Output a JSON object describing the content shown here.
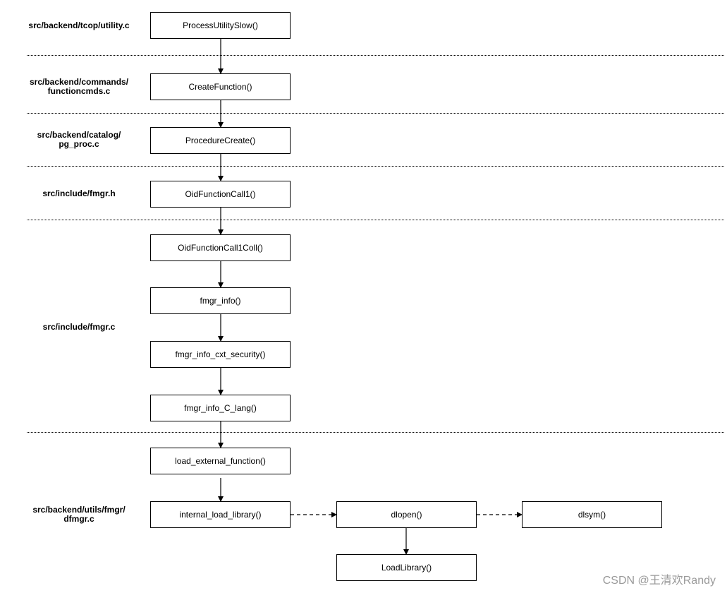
{
  "labels": {
    "utility": "src/backend/tcop/utility.c",
    "functioncmds_1": "src/backend/commands/",
    "functioncmds_2": "functioncmds.c",
    "pg_proc_1": "src/backend/catalog/",
    "pg_proc_2": "pg_proc.c",
    "fmgr_h": "src/include/fmgr.h",
    "fmgr_c": "src/include/fmgr.c",
    "dfmgr_1": "src/backend/utils/fmgr/",
    "dfmgr_2": "dfmgr.c"
  },
  "nodes": {
    "process_utility_slow": "ProcessUtilitySlow()",
    "create_function": "CreateFunction()",
    "procedure_create": "ProcedureCreate()",
    "oid_function_call1": "OidFunctionCall1()",
    "oid_function_call1_coll": "OidFunctionCall1Coll()",
    "fmgr_info": "fmgr_info()",
    "fmgr_info_cxt_security": "fmgr_info_cxt_security()",
    "fmgr_info_c_lang": "fmgr_info_C_lang()",
    "load_external_function": "load_external_function()",
    "internal_load_library": "internal_load_library()",
    "dlopen": "dlopen()",
    "dlsym": "dlsym()",
    "load_library": "LoadLibrary()"
  },
  "watermark": "CSDN @王清欢Randy"
}
